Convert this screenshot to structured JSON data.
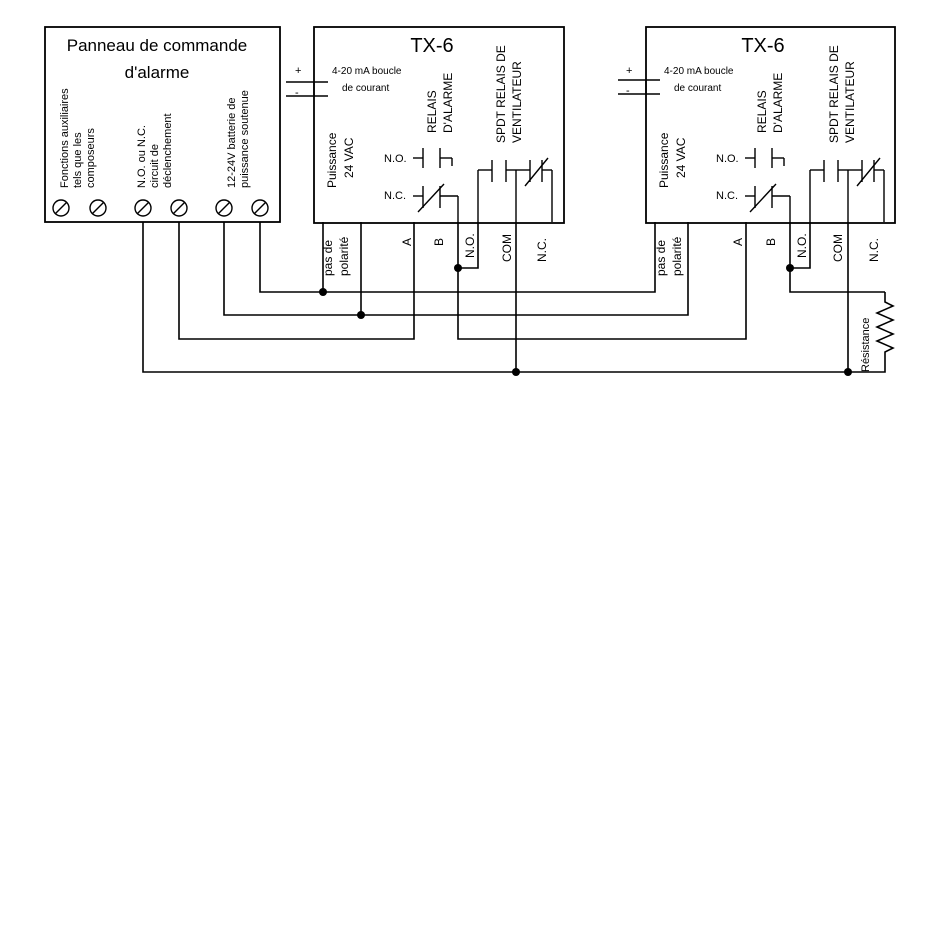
{
  "panel": {
    "title": [
      "Panneau de commande",
      "d'alarme"
    ],
    "terminal_labels": [
      [
        "Fonctions auxiliaires",
        "tels que les",
        "composeurs"
      ],
      [
        "N.O. ou N.C.",
        "circuit de",
        "déclenchement"
      ],
      [
        "12-24V batterie de",
        "puissance soutenue"
      ]
    ]
  },
  "tx6_units": [
    {
      "title": "TX-6",
      "plus": "+",
      "minus": "-",
      "loop": [
        "4-20 mA boucle",
        "de courant"
      ],
      "power": [
        "Puissance",
        "24 VAC"
      ],
      "alarm_relay": [
        "RELAIS",
        "D'ALARME"
      ],
      "fan_relay": [
        "SPDT RELAIS DE",
        "VENTILATEUR"
      ],
      "no": "N.O.",
      "nc": "N.C.",
      "polarity": [
        "pas de",
        "polarité"
      ],
      "terminals": [
        "A",
        "B",
        "N.O.",
        "COM",
        "N.C."
      ]
    },
    {
      "title": "TX-6",
      "plus": "+",
      "minus": "-",
      "loop": [
        "4-20 mA boucle",
        "de courant"
      ],
      "power": [
        "Puissance",
        "24 VAC"
      ],
      "alarm_relay": [
        "RELAIS",
        "D'ALARME"
      ],
      "fan_relay": [
        "SPDT RELAIS DE",
        "VENTILATEUR"
      ],
      "no": "N.O.",
      "nc": "N.C.",
      "polarity": [
        "pas de",
        "polarité"
      ],
      "terminals": [
        "A",
        "B",
        "N.O.",
        "COM",
        "N.C."
      ]
    }
  ],
  "resistor_label": "Résistance"
}
